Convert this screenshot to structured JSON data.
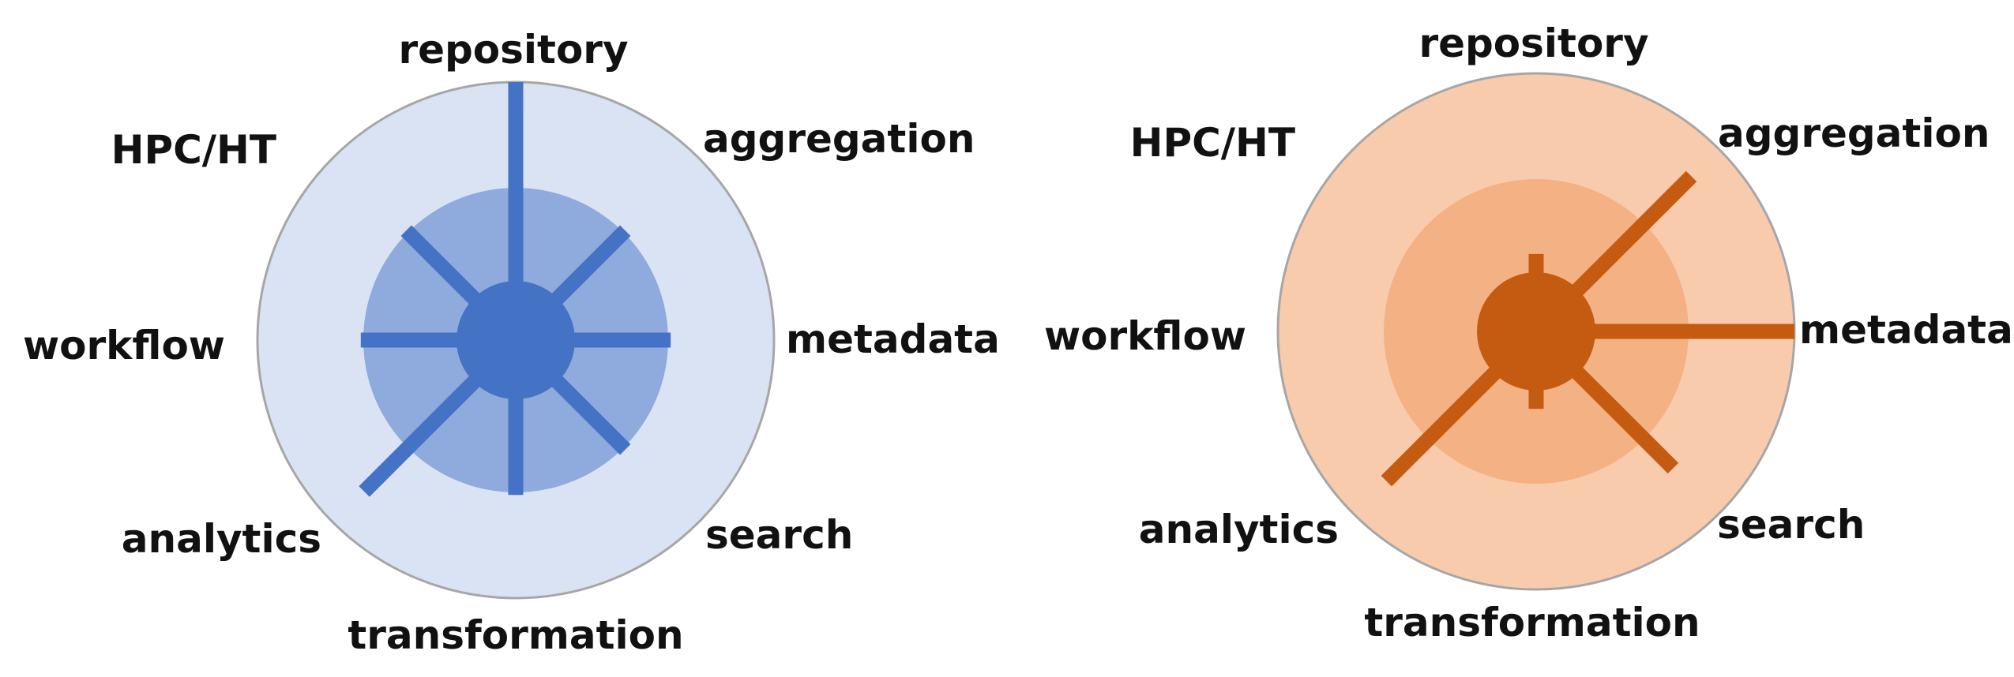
{
  "diagrams": [
    {
      "labels": {
        "repository": "repository",
        "aggregation": "aggregation",
        "metadata": "metadata",
        "search": "search",
        "transformation": "transformation",
        "analytics": "analytics",
        "workflow": "workflow",
        "hpc_ht": "HPC/HT"
      },
      "levels": {
        "repository": 1.0,
        "aggregation": 0.6,
        "metadata": 0.6,
        "search": 0.6,
        "transformation": 0.6,
        "analytics": 0.83,
        "workflow": 0.6,
        "hpc_ht": 0.6
      },
      "colors": {
        "outer": "#dae3f3",
        "inner": "#8faadc",
        "spoke": "#4472c4",
        "hub": "#4472c4",
        "border": "#a6a6a6"
      }
    },
    {
      "labels": {
        "repository": "repository",
        "aggregation": "aggregation",
        "metadata": "metadata",
        "search": "search",
        "transformation": "transformation",
        "analytics": "analytics",
        "workflow": "workflow",
        "hpc_ht": "HPC/HT"
      },
      "levels": {
        "repository": 0.3,
        "aggregation": 0.85,
        "metadata": 1.0,
        "search": 0.75,
        "transformation": 0.3,
        "analytics": 0.82,
        "workflow": 0,
        "hpc_ht": 0
      },
      "colors": {
        "outer": "#f8cbad",
        "inner": "#f4b183",
        "spoke": "#c55a11",
        "hub": "#c55a11",
        "border": "#a6a6a6"
      }
    }
  ]
}
